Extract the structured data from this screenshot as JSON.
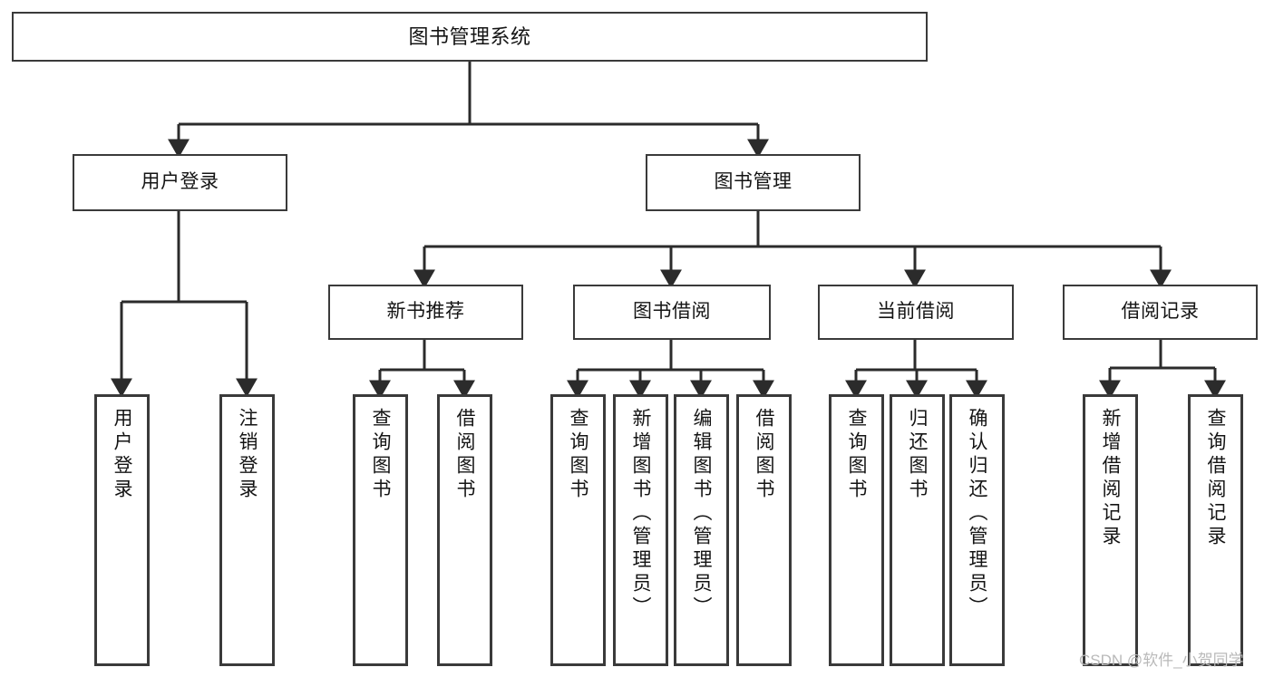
{
  "diagram": {
    "title": "图书管理系统",
    "type": "tree-hierarchy",
    "watermark": "CSDN @软件_小贺同学",
    "colors": {
      "background": "#ffffff",
      "box_border": "#3a3a3a",
      "box_fill": "#ffffff",
      "text": "#141414",
      "edge": "#2b2b2b",
      "watermark": "#b9b9b9"
    },
    "nodes": {
      "root": {
        "label": "图书管理系统"
      },
      "level1": [
        {
          "label": "用户登录"
        },
        {
          "label": "图书管理"
        }
      ],
      "level2": [
        {
          "label": "新书推荐"
        },
        {
          "label": "图书借阅"
        },
        {
          "label": "当前借阅"
        },
        {
          "label": "借阅记录"
        }
      ],
      "leaves": {
        "user_login": [
          {
            "label": "用户登录"
          },
          {
            "label": "注销登录"
          }
        ],
        "new_book_recommend": [
          {
            "label": "查询图书"
          },
          {
            "label": "借阅图书"
          }
        ],
        "book_borrow": [
          {
            "label": "查询图书"
          },
          {
            "label": "新增图书（管理员）"
          },
          {
            "label": "编辑图书（管理员）"
          },
          {
            "label": "借阅图书"
          }
        ],
        "current_borrow": [
          {
            "label": "查询图书"
          },
          {
            "label": "归还图书"
          },
          {
            "label": "确认归还（管理员）"
          }
        ],
        "borrow_record": [
          {
            "label": "新增借阅记录"
          },
          {
            "label": "查询借阅记录"
          }
        ]
      }
    }
  }
}
